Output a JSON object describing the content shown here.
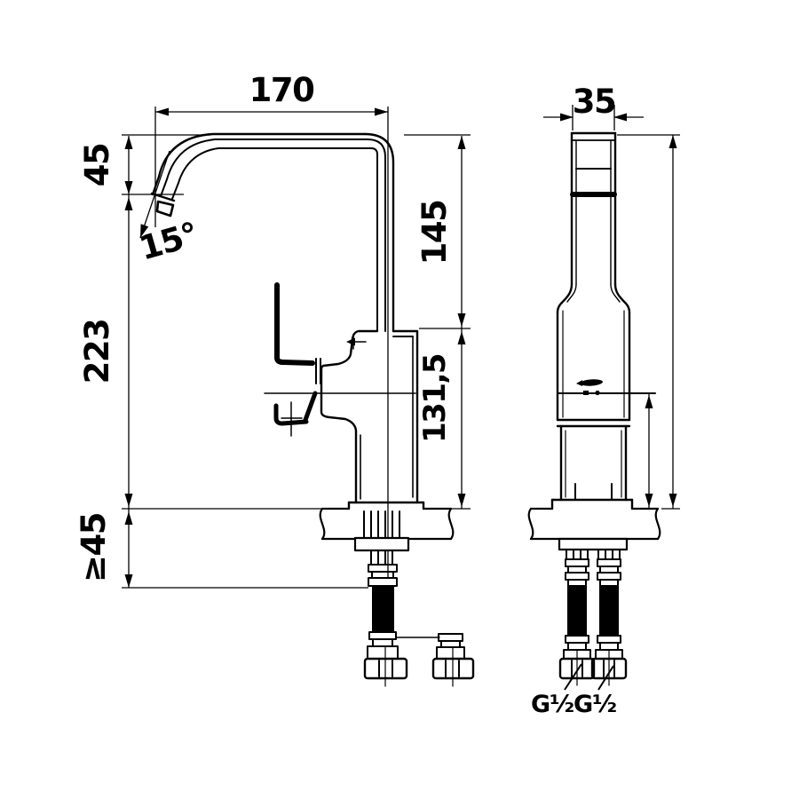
{
  "drawing": {
    "type": "faucet-installation-dimension-drawing",
    "colors": {
      "line": "#000000",
      "background": "#ffffff",
      "hose": "#000000"
    },
    "side_view": {
      "dim_spout_reach": "170",
      "dim_spout_drop": "45",
      "dim_outlet_angle": "15°",
      "dim_spout_height": "145",
      "dim_height_to_outlet": "223",
      "dim_body_height_above_counter": "131,5",
      "dim_min_clearance_below_counter": "≥45"
    },
    "front_view": {
      "dim_spout_width": "35",
      "connection_left_label": "G½",
      "connection_right_label": "G½"
    }
  }
}
